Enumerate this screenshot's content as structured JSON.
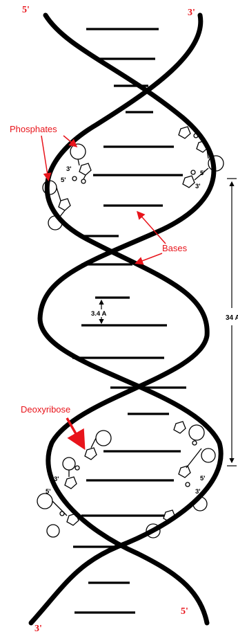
{
  "labels": {
    "phosphates": "Phosphates",
    "bases": "Bases",
    "deoxyribose": "Deoxyribose",
    "rise": "3.4 A",
    "pitch": "34 A"
  },
  "ends": {
    "top_left": "5'",
    "top_right": "3'",
    "bottom_left": "3'",
    "bottom_right": "5'"
  },
  "strand_numbers": {
    "three_prime": "3'",
    "five_prime": "5'"
  },
  "colors": {
    "annotation": "#e8141b",
    "strand": "#000000"
  }
}
